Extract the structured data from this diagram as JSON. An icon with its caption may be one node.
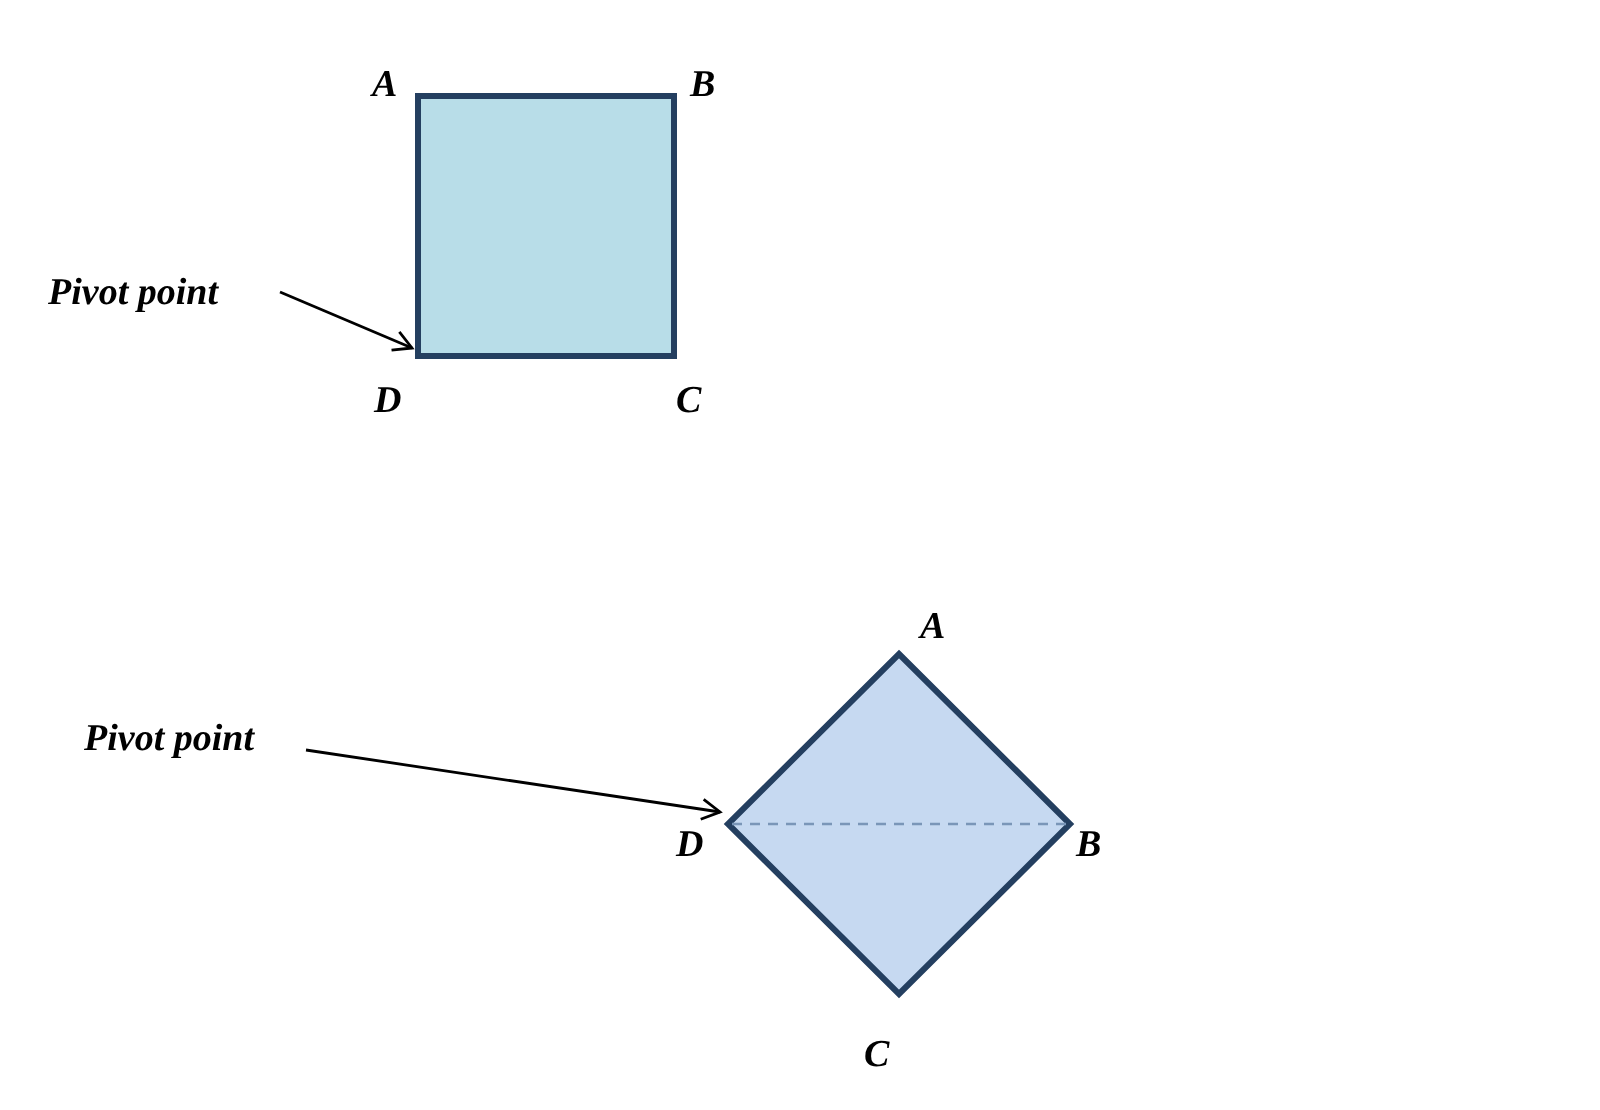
{
  "diagram": {
    "nodes": [
      {
        "text": [
          "Pivot point"
        ]
      },
      {
        "text": [],
        "shape": "box"
      },
      {
        "text": [
          "Pivot point"
        ]
      },
      {
        "text": [],
        "shape": "diamond"
      }
    ],
    "edges": [
      {
        "from": 0,
        "to": 1,
        "arrow": "to"
      },
      {
        "from": 2,
        "to": 3,
        "arrow": "to"
      }
    ],
    "labels": [
      "A",
      "B",
      "D",
      "C",
      "A",
      "D",
      "B",
      "C"
    ]
  }
}
